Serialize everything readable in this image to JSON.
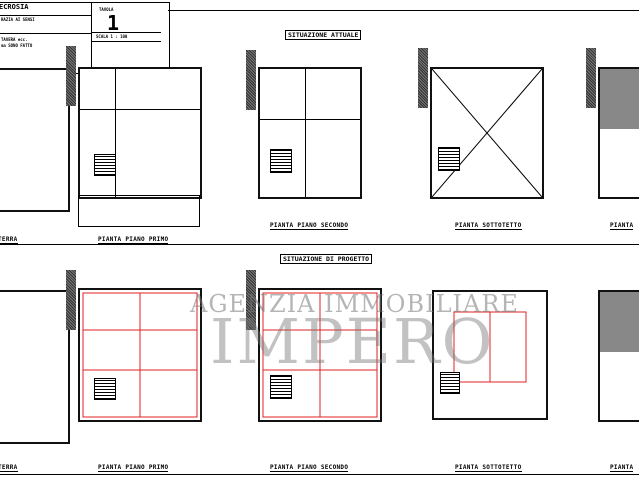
{
  "title_block": {
    "place": "ECROSIA",
    "line2": "RAZIA AI SENSI",
    "line3": "TAVERA ecc.",
    "line4": "ma SONO FATTO",
    "sheet_label": "TAVOLA",
    "sheet_number": "1",
    "scale": "SCALA 1 : 100"
  },
  "sections": {
    "current": "SITUAZIONE ATTUALE",
    "project": "SITUAZIONE DI PROGETTO"
  },
  "plans_top": [
    "TERRA",
    "PIANTA PIANO PRIMO",
    "PIANTA PIANO SECONDO",
    "PIANTA SOTTOTETTO",
    "PIANTA"
  ],
  "plans_bottom": [
    "TERRA",
    "PIANTA PIANO PRIMO",
    "PIANTA PIANO SECONDO",
    "PIANTA SOTTOTETTO",
    "PIANTA"
  ],
  "watermark": {
    "line1": "AGENZIA IMMOBILIARE",
    "line2": "IMPERO"
  },
  "colors": {
    "lines": "#000000",
    "project_red": "#e02020",
    "watermark": "#8a8a8a"
  }
}
